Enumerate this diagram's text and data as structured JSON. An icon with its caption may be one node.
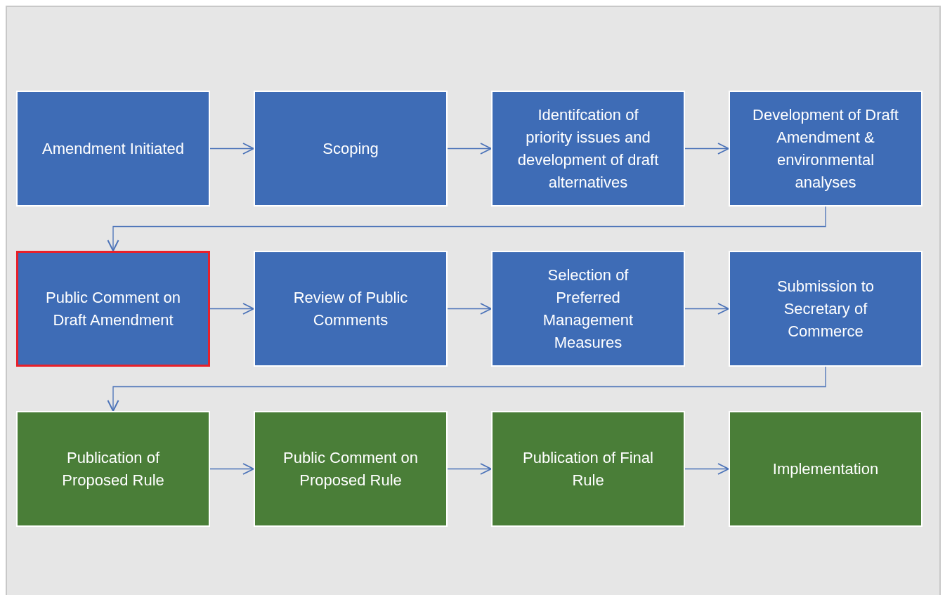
{
  "diagram": {
    "nodes": [
      {
        "text": [
          "Amendment Initiated"
        ]
      },
      {
        "text": [
          "Scoping"
        ]
      },
      {
        "text": [
          "Identifcation of priority issues and development of draft alternatives"
        ]
      },
      {
        "text": [
          "Development of Draft Amendment & environmental analyses"
        ]
      },
      {
        "text": [
          "Public Comment on Draft Amendment"
        ]
      },
      {
        "text": [
          "Review of Public Comments"
        ]
      },
      {
        "text": [
          "Selection of Preferred Management Measures"
        ]
      },
      {
        "text": [
          "Submission to Secretary of Commerce"
        ]
      },
      {
        "text": [
          "Publication of Proposed Rule"
        ]
      },
      {
        "text": [
          "Public Comment on Proposed Rule"
        ]
      },
      {
        "text": [
          "Publication of Final Rule"
        ]
      },
      {
        "text": [
          "Implementation"
        ]
      }
    ],
    "edges": [
      {
        "from": 0,
        "to": 1,
        "arrow": "to"
      },
      {
        "from": 1,
        "to": 2,
        "arrow": "to"
      },
      {
        "from": 2,
        "to": 3,
        "arrow": "to"
      },
      {
        "from": 3,
        "to": 4,
        "arrow": "to"
      },
      {
        "from": 4,
        "to": 5,
        "arrow": "to"
      },
      {
        "from": 5,
        "to": 6,
        "arrow": "to"
      },
      {
        "from": 6,
        "to": 7,
        "arrow": "to"
      },
      {
        "from": 7,
        "to": 8,
        "arrow": "to"
      },
      {
        "from": 8,
        "to": 9,
        "arrow": "to"
      },
      {
        "from": 9,
        "to": 10,
        "arrow": "to"
      },
      {
        "from": 10,
        "to": 11,
        "arrow": "to"
      }
    ]
  }
}
